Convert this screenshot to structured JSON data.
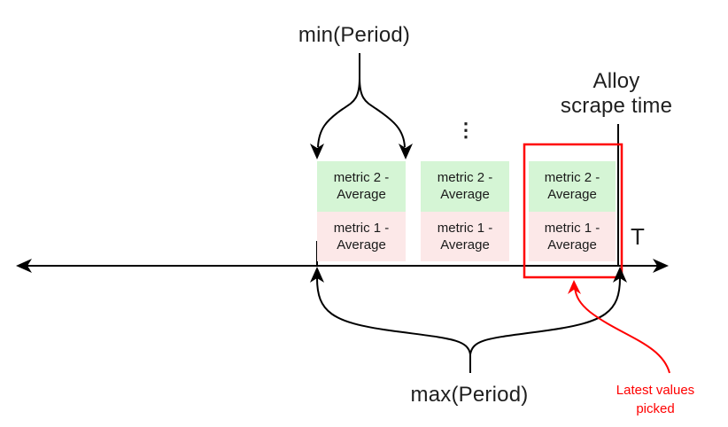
{
  "diagram": {
    "min_period_label": "min(Period)",
    "max_period_label": "max(Period)",
    "alloy_label": "Alloy\nscrape time",
    "axis_label": "T",
    "ellipsis": "⋮",
    "latest_values_label": "Latest values picked"
  },
  "metric_groups": [
    {
      "metric2": "metric 2 - Average",
      "metric1": "metric 1 - Average"
    },
    {
      "metric2": "metric 2 - Average",
      "metric1": "metric 1 - Average"
    },
    {
      "metric2": "metric 2 - Average",
      "metric1": "metric 1 - Average"
    }
  ],
  "colors": {
    "metric2_bg": "#d5f5d5",
    "metric1_bg": "#fce8e8",
    "highlight": "#ff0000",
    "line": "#000000",
    "label_text": "#1f1f1f"
  }
}
